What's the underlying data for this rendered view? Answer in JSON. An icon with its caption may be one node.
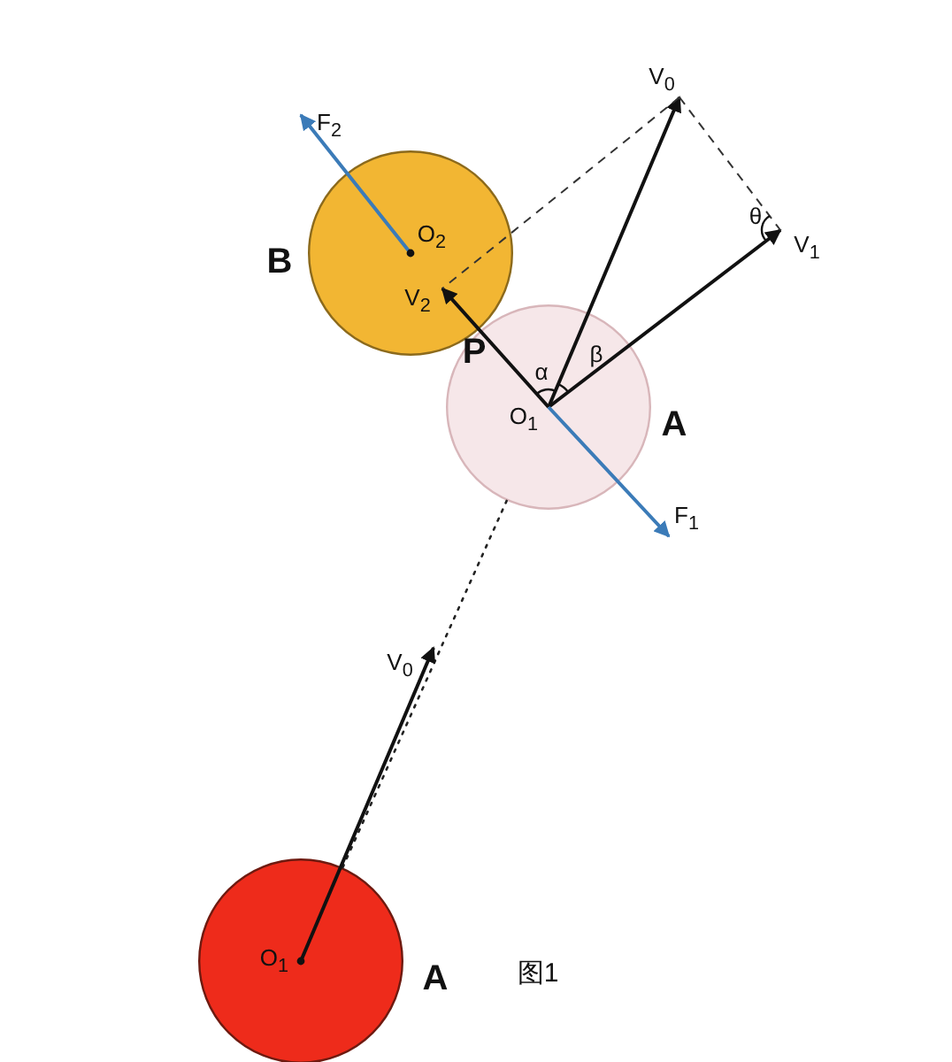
{
  "diagram": {
    "nodes": [
      {
        "text": [
          "O$_{2}$"
        ],
        "beside": [
          "B"
        ]
      },
      {
        "text": [
          "O$_{1}$"
        ],
        "beside": [
          "A"
        ]
      },
      {
        "text": [
          "O$_{1}$"
        ],
        "beside": [
          "A"
        ]
      }
    ],
    "edges": [
      {
        "from": 2,
        "to": 1,
        "arrow": "none",
        "style": "dashed"
      }
    ],
    "labels": [
      "F$_{2}$",
      "V$_{0}$",
      "θ",
      "V$_{1}$",
      "V$_{2}$",
      "P",
      "α",
      "β",
      "F$_{1}$",
      "V$_{0}$",
      "图1"
    ]
  }
}
